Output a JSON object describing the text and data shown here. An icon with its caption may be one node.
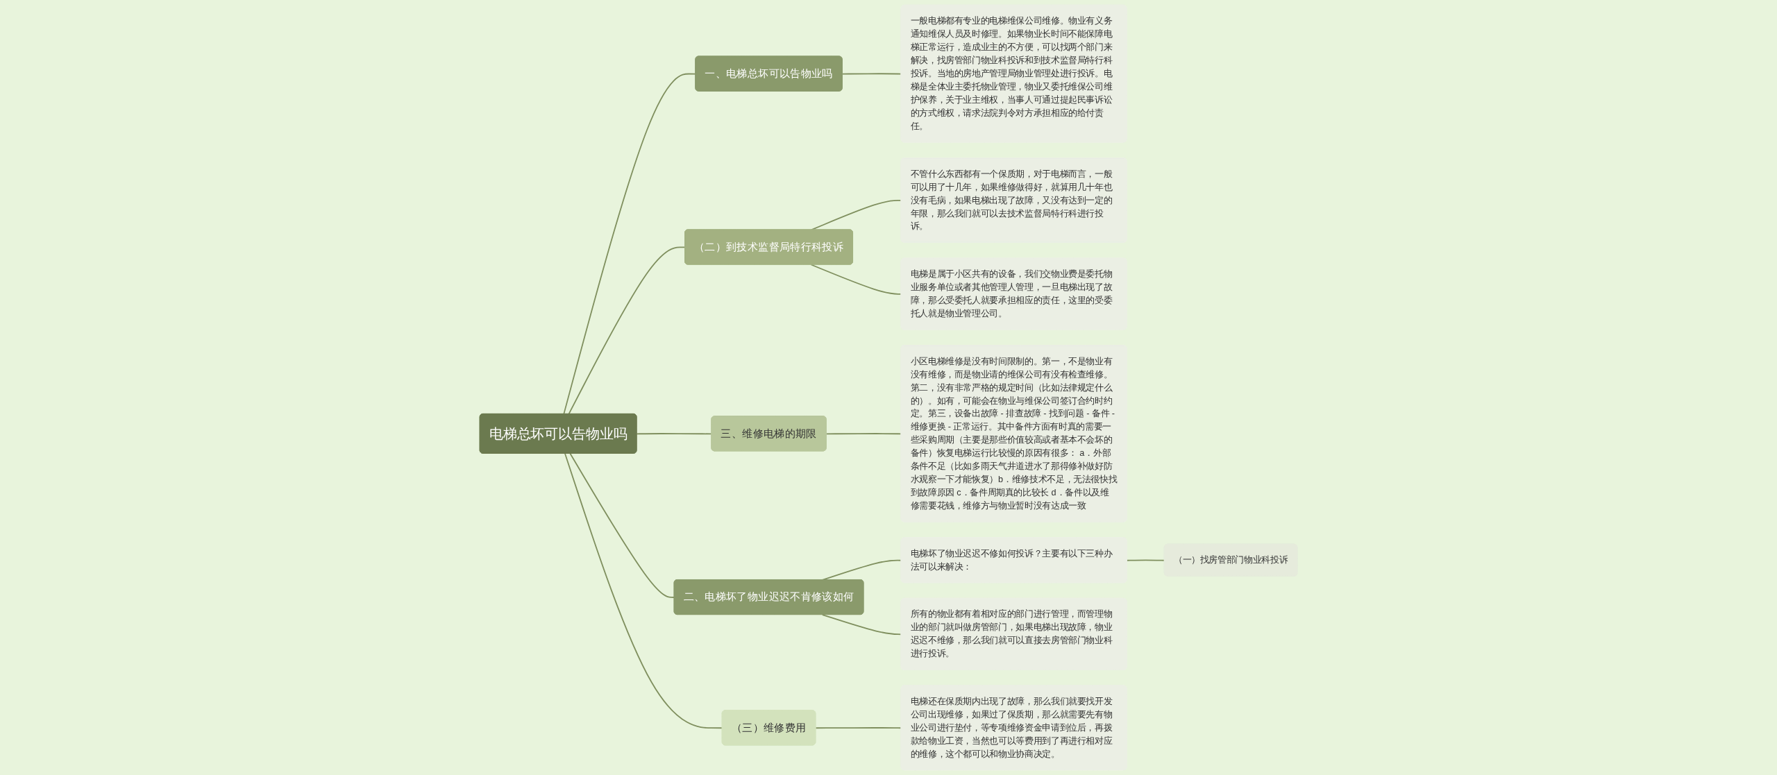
{
  "diagram": {
    "nodes": [
      {
        "text": [
          "电梯总坏可以告物业吗"
        ]
      },
      {
        "text": [
          "一、电梯总坏可以告物业吗"
        ]
      },
      {
        "text": [
          "一般电梯都有专业的电梯维保公司维修。物业有义务通知维保人员及时修理。如果物业长时间不能保障电梯正常运行，造成业主的不方便，可以找两个部门来解决，找房管部门物业科投诉和到技术监督局特行科投诉。当地的房地产管理局物业管理处进行投诉。电梯是全体业主委托物业管理，物业又委托维保公司维护保养，关于业主维权，当事人可通过提起民事诉讼的方式维权，请求法院判令对方承担相应的给付责任。"
        ]
      },
      {
        "text": [
          "（二）到技术监督局特行科投诉"
        ]
      },
      {
        "text": [
          "不管什么东西都有一个保质期，对于电梯而言，一般可以用了十几年，如果维修做得好，就算用几十年也没有毛病，如果电梯出现了故障，又没有达到一定的年限，那么我们就可以去技术监督局特行科进行投诉。"
        ]
      },
      {
        "text": [
          "电梯是属于小区共有的设备，我们交物业费是委托物业服务单位或者其他管理人管理，一旦电梯出现了故障，那么受委托人就要承担相应的责任，这里的受委托人就是物业管理公司。"
        ]
      },
      {
        "text": [
          "三、维修电梯的期限"
        ]
      },
      {
        "text": [
          "小区电梯维修是没有时间限制的。第一，不是物业有没有维修，而是物业请的维保公司有没有检查维修。第二，没有非常严格的规定时间（比如法律规定什么的）。如有，可能会在物业与维保公司签订合约时约定。第三，设备出故障 - 排查故障 - 找到问题 - 备件 - 维修更换 - 正常运行。其中备件方面有时真的需要一些采购周期（主要是那些价值较高或者基本不会坏的备件）恢复电梯运行比较慢的原因有很多： a．外部条件不足（比如多雨天气井道进水了那得修补做好防水观察一下才能恢复）b．维修技术不足，无法很快找到故障原因 c．备件周期真的比较长 d．备件以及维修需要花钱，维修方与物业暂时没有达成一致"
        ]
      },
      {
        "text": [
          "二、电梯坏了物业迟迟不肯修该如何"
        ]
      },
      {
        "text": [
          "电梯坏了物业迟迟不修如何投诉？主要有以下三种办法可以来解决："
        ]
      },
      {
        "text": [
          "（一）找房管部门物业科投诉"
        ]
      },
      {
        "text": [
          "所有的物业都有着相对应的部门进行管理，而管理物业的部门就叫做房管部门，如果电梯出现故障，物业迟迟不维修，那么我们就可以直接去房管部门物业科进行投诉。"
        ]
      },
      {
        "text": [
          "（三）维修费用"
        ]
      },
      {
        "text": [
          "电梯还在保质期内出现了故障，那么我们就要找开发公司出现维修，如果过了保质期，那么就需要先有物业公司进行垫付，等专项维修资金申请到位后，再拨款给物业工资，当然也可以等费用到了再进行相对应的维修，这个都可以和物业协商决定。"
        ]
      }
    ],
    "edges": [
      {
        "from": 0,
        "to": 1,
        "arrow": "none"
      },
      {
        "from": 1,
        "to": 2,
        "arrow": "none"
      },
      {
        "from": 0,
        "to": 3,
        "arrow": "none"
      },
      {
        "from": 3,
        "to": 4,
        "arrow": "none"
      },
      {
        "from": 3,
        "to": 5,
        "arrow": "none"
      },
      {
        "from": 0,
        "to": 6,
        "arrow": "none"
      },
      {
        "from": 6,
        "to": 7,
        "arrow": "none"
      },
      {
        "from": 0,
        "to": 8,
        "arrow": "none"
      },
      {
        "from": 8,
        "to": 9,
        "arrow": "none"
      },
      {
        "from": 9,
        "to": 10,
        "arrow": "none"
      },
      {
        "from": 8,
        "to": 11,
        "arrow": "none"
      },
      {
        "from": 0,
        "to": 12,
        "arrow": "none"
      },
      {
        "from": 12,
        "to": 13,
        "arrow": "none"
      }
    ]
  }
}
